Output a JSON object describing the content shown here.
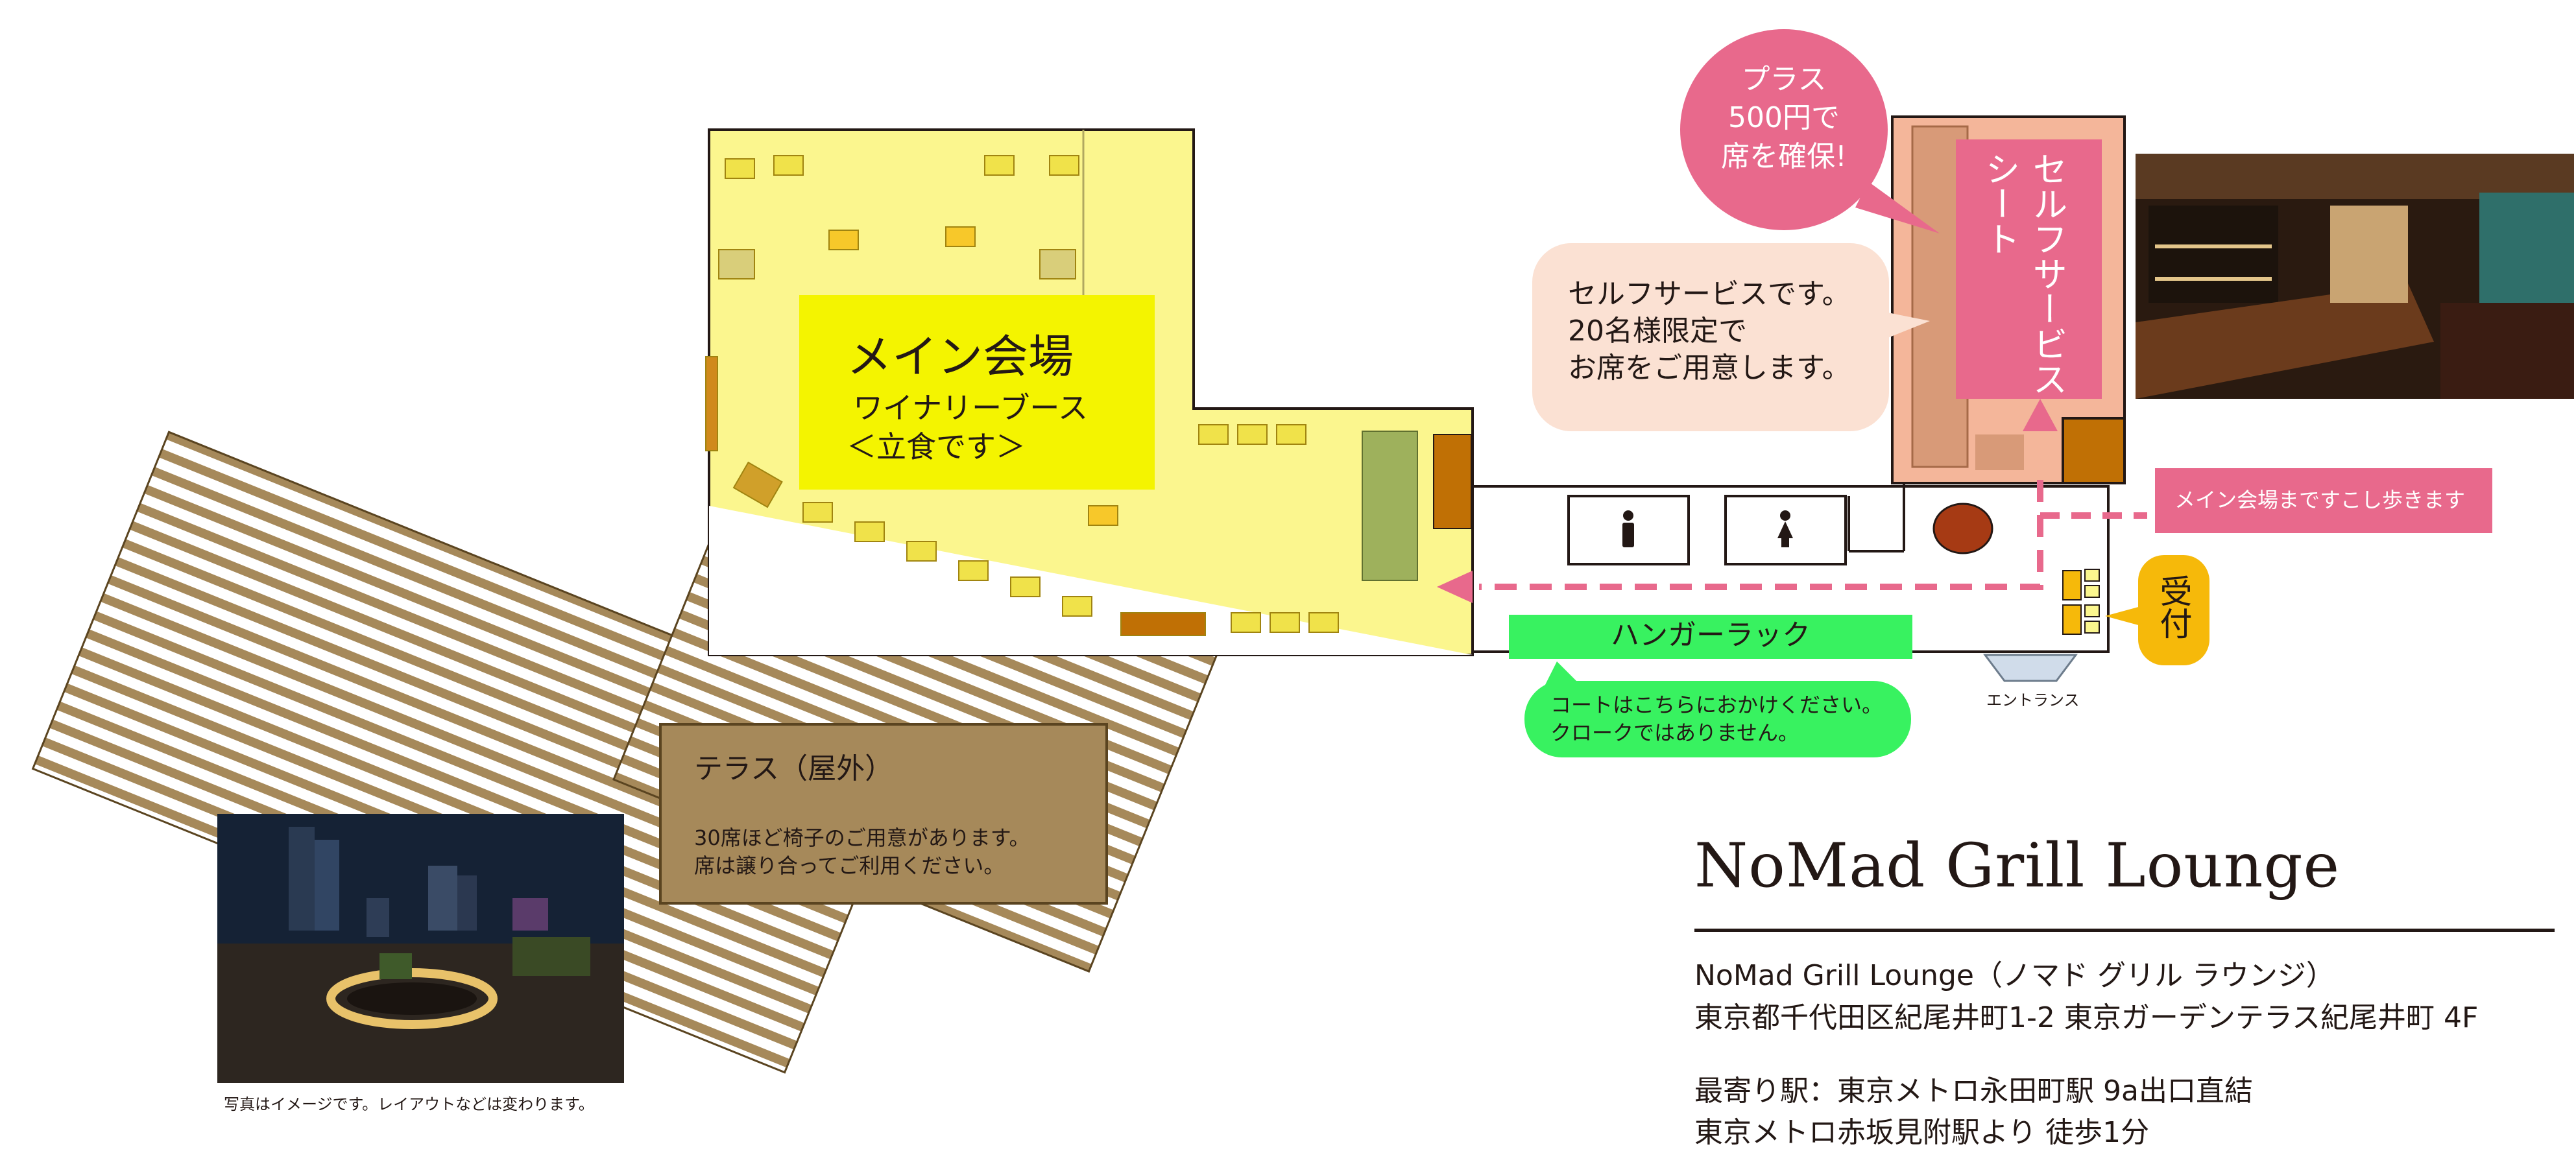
{
  "main_hall": {
    "title": "メイン会場",
    "subtitle_1": "ワイナリーブース",
    "subtitle_2": "＜立食です＞"
  },
  "terrace": {
    "title": "テラス（屋外）",
    "description": "30席ほど椅子のご用意があります。\n席は譲り合ってご利用ください。"
  },
  "self_service": {
    "bubble_text": "セルフサービスです。\n20名様限定で\nお席をご用意します。",
    "seat_label": "セルフサービス\nシート",
    "plus_bubble": "プラス\n500円で\n席を確保!"
  },
  "walk_note": "メイン会場まですこし歩きます",
  "reception": "受付",
  "hanger": {
    "label": "ハンガーラック",
    "note": "コートはこちらにおかけください。\nクロークではありません。"
  },
  "entrance": "エントランス",
  "photo_note": "写真はイメージです。レイアウトなどは変わります。",
  "venue": {
    "name": "NoMad Grill Lounge",
    "name_full": "NoMad Grill Lounge（ノマド グリル ラウンジ）",
    "address": "東京都千代田区紀尾井町1-2 東京ガーデンテラス紀尾井町 4F",
    "station_1": "最寄り駅：東京メトロ永田町駅 9a出口直結",
    "station_2": "東京メトロ赤坂見附駅より 徒歩1分"
  },
  "icons": {
    "restroom_men": "man-icon",
    "restroom_women": "woman-icon"
  },
  "colors": {
    "main_hall": "#fbf68e",
    "main_label": "#f4f400",
    "terrace_deck": "#a6895a",
    "self_seat_area": "#f4b69a",
    "pink": "#e8698c",
    "hanger": "#38f260",
    "reception": "#f6b90a"
  }
}
